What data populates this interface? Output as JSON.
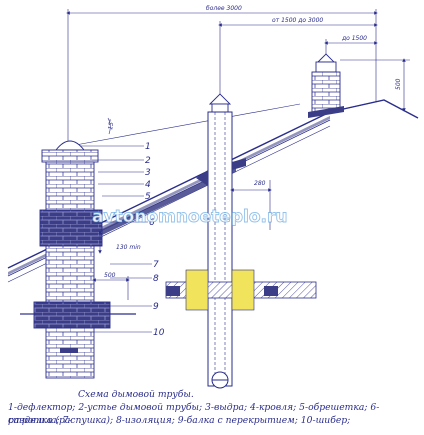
{
  "dimensions": {
    "over_3000": "более 3000",
    "from_1500_to_3000": "от 1500 до 3000",
    "up_to_1500": "до 1500",
    "height_500": "500",
    "offset_280": "280",
    "height_130": "130 min",
    "width_500": "500",
    "angle": "15°"
  },
  "callouts": [
    "1",
    "2",
    "3",
    "4",
    "5",
    "6",
    "7",
    "8",
    "9",
    "10"
  ],
  "watermark": "avtonomnoeteplo.ru",
  "caption": {
    "title": "Схема дымовой трубы.",
    "line1": "1-дефлектор; 2-устье дымовой трубы; 3-выдра; 4-кровля; 5-обрешетка; 6-стропила; 7-",
    "line2": "разделка (распушка); 8-изоляция; 9-балка с перекрытием; 10-шибер;"
  },
  "colors": {
    "line": "#2a2d8c",
    "brick_dark": "#3b3e86",
    "brick_light": "#ffffff",
    "insulation": "#f1e35c",
    "watermark": "#3a8fd9"
  }
}
